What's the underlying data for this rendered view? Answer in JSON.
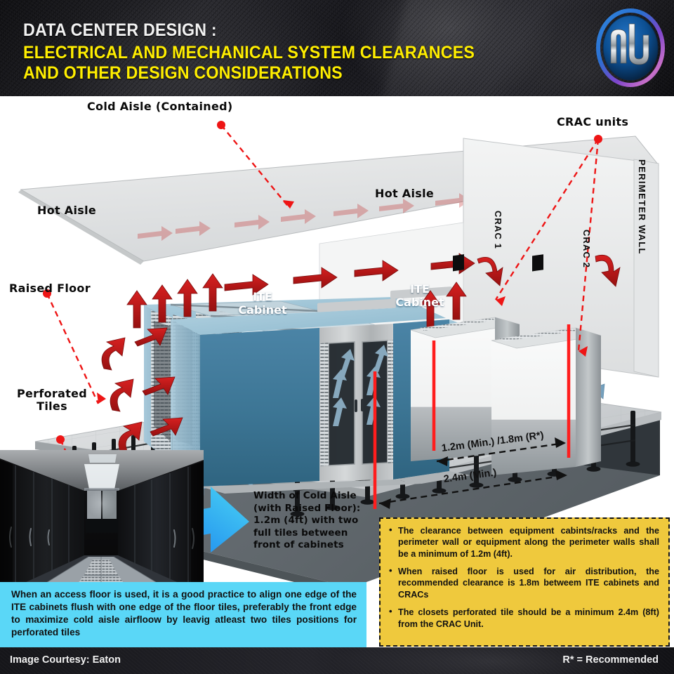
{
  "header": {
    "line1": "DATA CENTER DESIGN :",
    "line2": "ELECTRICAL AND MECHANICAL SYSTEM CLEARANCES",
    "line3": "AND OTHER DESIGN CONSIDERATIONS",
    "line1_color": "#f2f2f2",
    "highlight_color": "#ffee00",
    "background_color": "#1a1a1f",
    "logo": {
      "icon": "nl-monogram-logo",
      "text": "nl",
      "ring_colors": [
        "#2b7bd6",
        "#8a4fd0",
        "#d070c8"
      ],
      "disc_color": "#0c4f92"
    }
  },
  "diagram": {
    "callouts": [
      {
        "name": "cold-aisle",
        "label": "Cold Aisle (Contained)"
      },
      {
        "name": "crac-units",
        "label": "CRAC units"
      },
      {
        "name": "hot-aisle-left",
        "label": "Hot Aisle"
      },
      {
        "name": "hot-aisle-right",
        "label": "Hot Aisle"
      },
      {
        "name": "raised-floor",
        "label": "Raised Floor"
      },
      {
        "name": "perforated-tiles",
        "label": "Perforated\nTiles"
      }
    ],
    "cold_aisle_label": "Cold Aisle (Contained)",
    "crac_units_label": "CRAC units",
    "hot_aisle_left_label": "Hot Aisle",
    "hot_aisle_right_label": "Hot Aisle",
    "raised_floor_label": "Raised Floor",
    "perforated_tiles_label": "Perforated\nTiles",
    "equipment": {
      "ite_cabinet_left": "ITE\nCabinet",
      "ite_cabinet_right": "ITE\nCabinet",
      "crac_1": "CRAC 1",
      "crac_2": "CRAC 2",
      "perimeter_wall": "PERIMETER WALL"
    },
    "colors": {
      "hot_air_arrow": "#c01818",
      "cold_air_arrow": "#7fa8c4",
      "cabinet_face": "#3f7799",
      "cabinet_top": "#9cc4d8",
      "reference_line": "#ff1d1d",
      "floor_plane": "#d8dadb",
      "plenum": "#3a4046"
    }
  },
  "dimensions": {
    "clearance_small": "1.2m (Min.) /1.8m (R*)",
    "clearance_large": "2.4m (Min.)"
  },
  "aisle_note": {
    "text": "Width of Cold Aisle\n(with Raised Floor):\n1.2m (4ft)  with two\nfull   tiles   between\nfront of cabinets",
    "arrow_icon": "curved-blue-arrow",
    "arrow_colors": [
      "#1565e8",
      "#47cdf0"
    ]
  },
  "notes_box": {
    "background_color": "#efc93d",
    "border_color": "#111111",
    "bullets": [
      "The clearance between equipment cabints/racks and the perimeter wall or equipment along the perimeter walls shall be a minimum of 1.2m (4ft).",
      "When raised floor is used for air distribution, the recommended clearance is 1.8m betweem ITE cabinets and CRACs",
      "The closets perforated tile should be a minimum 2.4m (8ft) from the CRAC Unit."
    ]
  },
  "practice_box": {
    "background_color": "#5ad7f7",
    "text": "When an access floor is used, it is a good practice to align one edge of the ITE cabinets flush with one edge of the floor tiles, preferably the front edge to maximize cold aisle airfloow by leavig atleast two tiles positions for perforated tiles"
  },
  "photo_inset": {
    "name": "server-aisle-photo",
    "description": "data-center-cold-aisle-with-perforated-floor-tiles"
  },
  "footer": {
    "left": "Image Courtesy:  Eaton",
    "right": "R* = Recommended",
    "background_color": "#1a1a1f"
  }
}
